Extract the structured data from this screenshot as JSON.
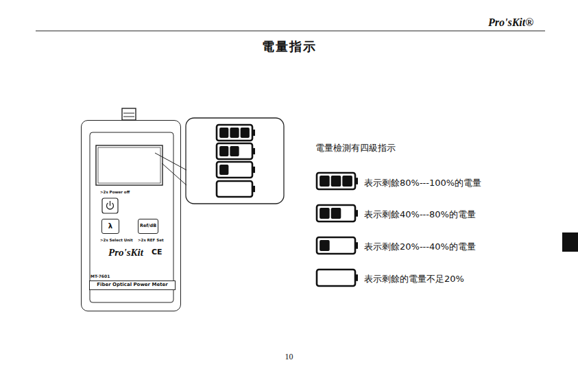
{
  "diagram": {
    "title": "電量指示",
    "nodes": [
      {
        "text": [
          ">2s Power off",
          ">2s Select Unit",
          ">2s REF Set",
          "Pro'sKit",
          "MT-7601",
          "CE"
        ]
      },
      {
        "text": [
          "λ"
        ],
        "in": 0
      },
      {
        "text": [
          "Ref/dB"
        ],
        "in": 0
      },
      {
        "text": [
          "Fiber Optical Power Meter"
        ],
        "in": 0
      }
    ],
    "labels": [
      "Pro'sKit®",
      "電量檢測有四級指示",
      "10"
    ],
    "legend": [
      {
        "text": "表示剩餘80%---100%的電量"
      },
      {
        "text": "表示剩餘40%---80%的電量"
      },
      {
        "text": "表示剩餘20%---40%的電量"
      },
      {
        "text": "表示剩餘的電量不足20%"
      }
    ]
  }
}
